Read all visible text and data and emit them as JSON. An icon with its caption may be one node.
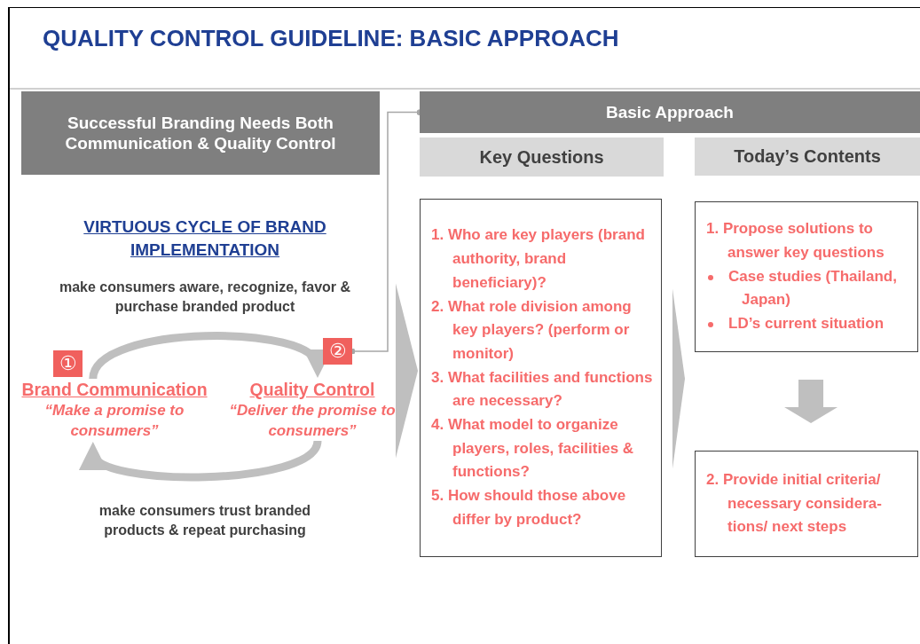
{
  "diagram": {
    "title": "QUALITY CONTROL GUIDELINE: BASIC APPROACH",
    "nodes": [
      {
        "text": [
          "Successful Branding Needs Both Communication & Quality Control"
        ]
      },
      {
        "text": [
          "①"
        ]
      },
      {
        "text": [
          "Brand Communication",
          "“Make a promise to consumers”"
        ]
      },
      {
        "text": [
          "②"
        ]
      },
      {
        "text": [
          "Quality Control",
          "“Deliver the promise to consumers”"
        ]
      },
      {
        "text": [
          "Basic Approach"
        ]
      },
      {
        "text": [
          "Key Questions"
        ]
      },
      {
        "text": [
          "Today’s Contents"
        ]
      },
      {
        "text": [
          "1. Who are key players (brand authority, brand beneficiary)?",
          "2. What role division among key players? (perform or monitor)",
          "3. What facilities and functions are necessary?",
          "4. What model to organize players, roles, facilities & functions?",
          "5. How should those above differ by product?"
        ]
      },
      {
        "text": [
          "1. Propose solutions to answer key questions",
          "Case studies (Thailand, Japan)",
          "LD’s current situation"
        ]
      },
      {
        "text": [
          "2. Provide initial criteria/ necessary considera- tions/ next steps"
        ]
      }
    ],
    "edges": [
      {
        "from": 2,
        "to": 4,
        "arrow": "to",
        "label": "make consumers aware, recognize, favor & purchase branded product"
      },
      {
        "from": 4,
        "to": 2,
        "arrow": "to",
        "label": "make consumers trust branded products & repeat purchasing"
      },
      {
        "from": 3,
        "to": 5,
        "arrow": "other"
      },
      {
        "from": null,
        "to": 8,
        "arrow": "to"
      },
      {
        "from": 8,
        "to": null,
        "arrow": "to"
      },
      {
        "from": 9,
        "to": 10,
        "arrow": "to"
      }
    ],
    "labels": [
      "VIRTUOUS CYCLE OF BRAND IMPLEMENTATION"
    ]
  }
}
